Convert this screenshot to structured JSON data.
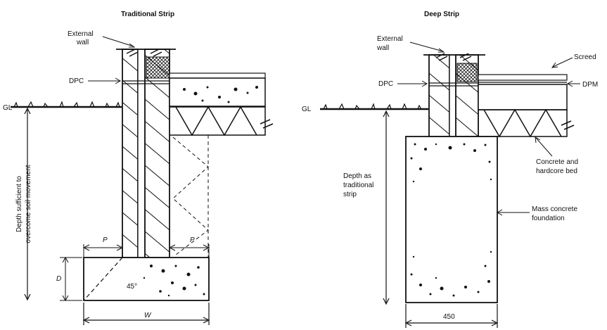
{
  "left": {
    "title": "Traditional Strip",
    "label_external_wall_line1": "External",
    "label_external_wall_line2": "wall",
    "label_dpc": "DPC",
    "label_gl": "GL",
    "label_depth_line1": "Depth sufficient to",
    "label_depth_line2": "overcome soil movement",
    "label_p_left": "P",
    "label_p_right": "P",
    "label_d": "D",
    "label_angle": "45°",
    "label_w": "W"
  },
  "right": {
    "title": "Deep Strip",
    "label_external_wall_line1": "External",
    "label_external_wall_line2": "wall",
    "label_dpc": "DPC",
    "label_gl": "GL",
    "label_screed": "Screed",
    "label_dpm": "DPM",
    "label_concrete_line1": "Concrete and",
    "label_concrete_line2": "hardcore bed",
    "label_depth_line1": "Depth as",
    "label_depth_line2": "traditional",
    "label_depth_line3": "strip",
    "label_mass_line1": "Mass concrete",
    "label_mass_line2": "foundation",
    "label_width": "450"
  },
  "colors": {
    "ink": "#111111",
    "background": "#ffffff"
  }
}
